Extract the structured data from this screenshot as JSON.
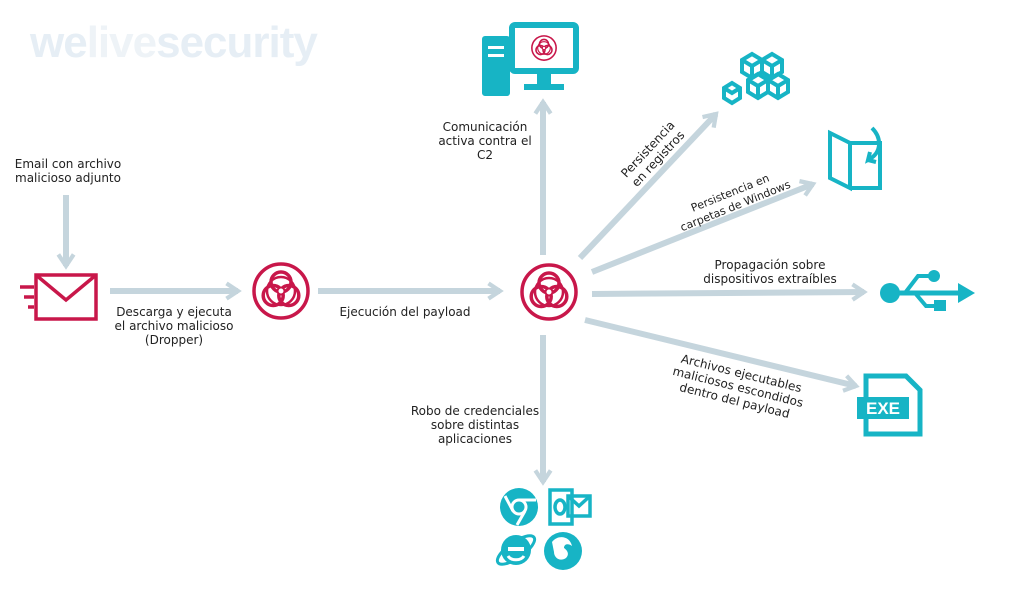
{
  "logo": {
    "part1": "we",
    "part2": "live",
    "part3": "security"
  },
  "colors": {
    "arrow": "#c5d5dd",
    "malware": "#c8174a",
    "target": "#17b4c5"
  },
  "labels": {
    "email": [
      "Email con archivo",
      "malicioso adjunto"
    ],
    "dropper": [
      "Descarga y ejecuta",
      "el archivo malicioso",
      "(Dropper)"
    ],
    "payload": "Ejecución del payload",
    "c2": [
      "Comunicación",
      "activa contra el",
      "C2"
    ],
    "registry": [
      "Persistencia",
      "en registros"
    ],
    "folders": [
      "Persistencia en",
      "carpetas de Windows"
    ],
    "usb": [
      "Propagación sobre",
      "dispositivos extraíbles"
    ],
    "exe": [
      "Archivos ejecutables",
      "maliciosos escondidos",
      "dentro del payload"
    ],
    "credentials": [
      "Robo de credenciales",
      "sobre distintas",
      "aplicaciones"
    ]
  },
  "exe_icon_text": "EXE"
}
